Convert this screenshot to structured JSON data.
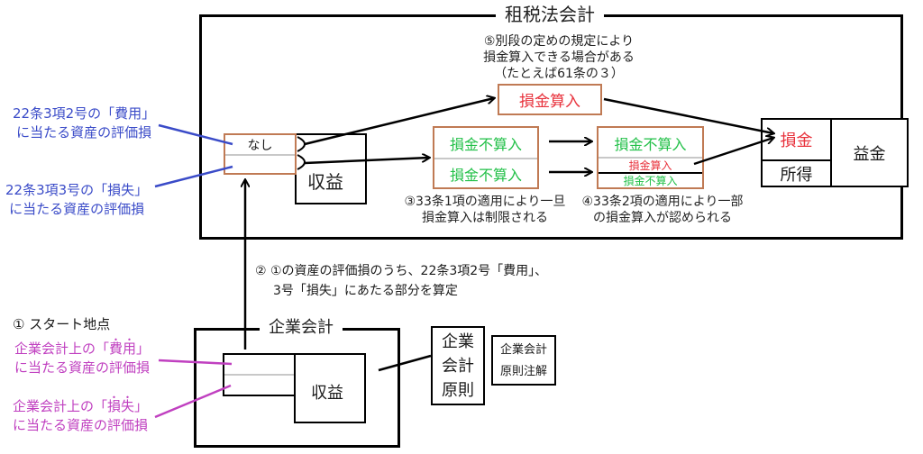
{
  "tax_accounting": {
    "title": "租税法会計",
    "nashi_label": "なし",
    "revenue_label": "収益",
    "note5": [
      "⑤別段の定めの規定により",
      "損金算入できる場合がある",
      "（たとえば61条の３）"
    ],
    "deductible_box": "損金算入",
    "box3": {
      "top": "損金不算入",
      "bottom": "損金不算入"
    },
    "note3": [
      "③33条1項の適用により一旦",
      "損金算入は制限される"
    ],
    "box4": {
      "top": "損金不算入",
      "middle": "損金算入",
      "bottom": "損金不算入"
    },
    "note4": [
      "④33条2項の適用により一部",
      "の損金算入が認められる"
    ],
    "result": {
      "loss": "損金",
      "income": "所得",
      "gain": "益金"
    }
  },
  "left_labels": {
    "expense": {
      "prefix": "22条3項2号の「費用」",
      "line2": "に当たる資産の評価損"
    },
    "loss": {
      "prefix": "22条3項3号の「損失」",
      "line2": "に当たる資産の評価損"
    }
  },
  "step2_note": [
    "② ①の資産の評価損のうち、22条3項2号「費用」、",
    "3号「損失」にあたる部分を算定"
  ],
  "corporate_accounting": {
    "title": "企業会計",
    "revenue_label": "収益",
    "start_label": "① スタート地点",
    "expense_label": {
      "before": "企業会計上の「",
      "dotted1": "費",
      "dotted2": "用",
      "after": "」",
      "line2": "に当たる資産の評価損"
    },
    "loss_label": {
      "before": "企業会計上の「",
      "dotted1": "損",
      "dotted2": "失",
      "after": "」",
      "line2": "に当たる資産の評価損"
    },
    "principles_box": [
      "企業",
      "会計",
      "原則"
    ],
    "notes_box": [
      "企業会計",
      "原則注解"
    ]
  },
  "colors": {
    "blue": "#3a4bc8",
    "magenta": "#c040c0",
    "red": "#e8323c",
    "green": "#22c048",
    "brown_border": "#c07a54"
  }
}
